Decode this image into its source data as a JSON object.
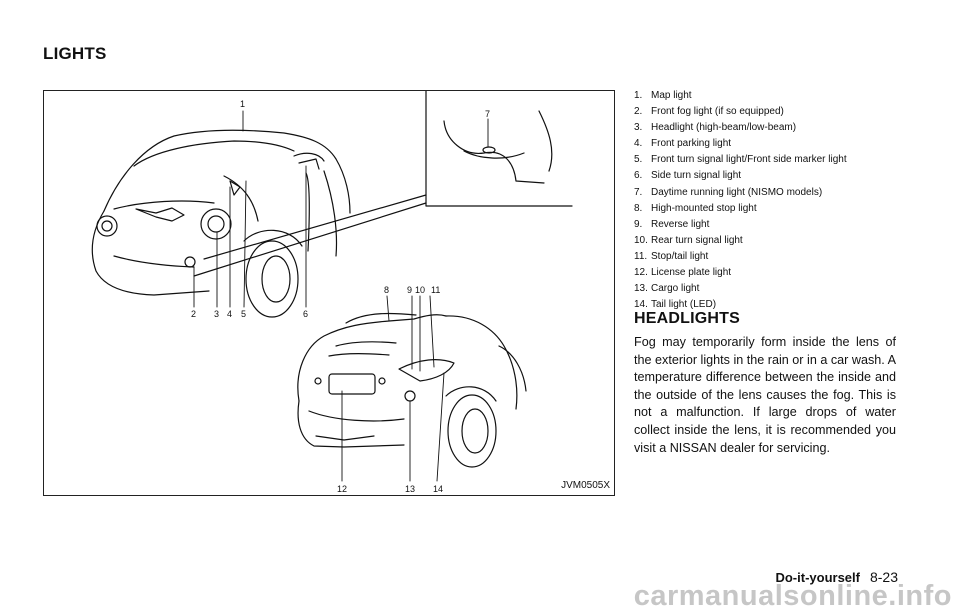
{
  "header": {
    "section_title": "LIGHTS"
  },
  "figure": {
    "code": "JVM0505X",
    "callouts": [
      "1",
      "2",
      "3",
      "4",
      "5",
      "6",
      "7",
      "8",
      "9",
      "10",
      "11",
      "12",
      "13",
      "14"
    ]
  },
  "legend": {
    "items": [
      {
        "num": "1.",
        "label": "Map light"
      },
      {
        "num": "2.",
        "label": "Front fog light (if so equipped)"
      },
      {
        "num": "3.",
        "label": "Headlight (high-beam/low-beam)"
      },
      {
        "num": "4.",
        "label": "Front parking light"
      },
      {
        "num": "5.",
        "label": "Front turn signal light/Front side marker light"
      },
      {
        "num": "6.",
        "label": "Side turn signal light"
      },
      {
        "num": "7.",
        "label": "Daytime running light (NISMO models)"
      },
      {
        "num": "8.",
        "label": "High-mounted stop light"
      },
      {
        "num": "9.",
        "label": "Reverse light"
      },
      {
        "num": "10.",
        "label": "Rear turn signal light"
      },
      {
        "num": "11.",
        "label": "Stop/tail light"
      },
      {
        "num": "12.",
        "label": "License plate light"
      },
      {
        "num": "13.",
        "label": "Cargo light"
      },
      {
        "num": "14.",
        "label": "Tail light (LED)"
      }
    ]
  },
  "headlights": {
    "heading": "HEADLIGHTS",
    "body": "Fog may temporarily form inside the lens of the exterior lights in the rain or in a car wash. A temperature difference between the inside and the outside of the lens causes the fog. This is not a malfunction. If large drops of water collect inside the lens, it is recommended you visit a NISSAN dealer for servicing."
  },
  "footer": {
    "section": "Do-it-yourself",
    "page": "8-23"
  },
  "watermark": "carmanualsonline.info"
}
